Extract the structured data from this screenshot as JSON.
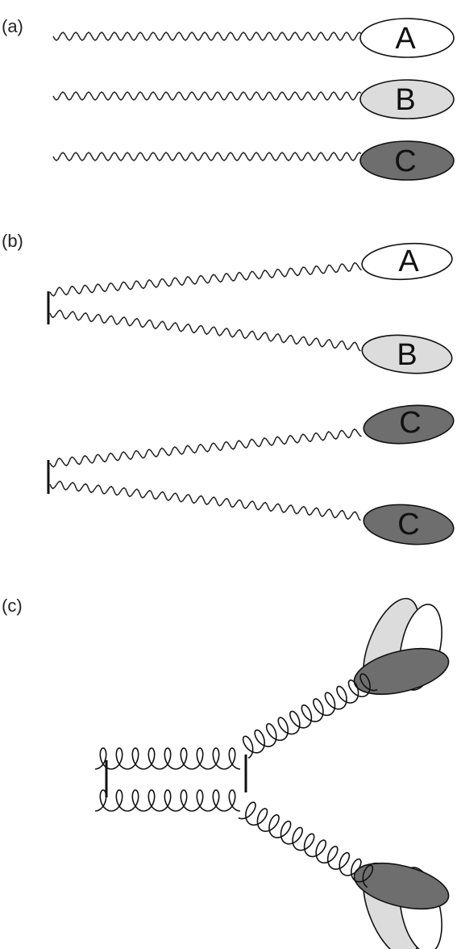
{
  "panels": [
    {
      "label": "(a)"
    },
    {
      "label": "(b)"
    },
    {
      "label": "(c)"
    }
  ],
  "panel_a": {
    "chains": [
      {
        "letter": "A",
        "shade": "#ffffff"
      },
      {
        "letter": "B",
        "shade": "#dcdcdc"
      },
      {
        "letter": "C",
        "shade": "#6e6e6e"
      }
    ]
  },
  "panel_b": {
    "dimers": [
      {
        "top_letter": "A",
        "top_shade": "#ffffff",
        "bottom_letter": "B",
        "bottom_shade": "#dcdcdc"
      },
      {
        "top_letter": "C",
        "top_shade": "#6e6e6e",
        "bottom_letter": "C",
        "bottom_shade": "#6e6e6e"
      }
    ]
  },
  "panel_c": {
    "head_shades": [
      "#dcdcdc",
      "#ffffff",
      "#6e6e6e"
    ]
  }
}
